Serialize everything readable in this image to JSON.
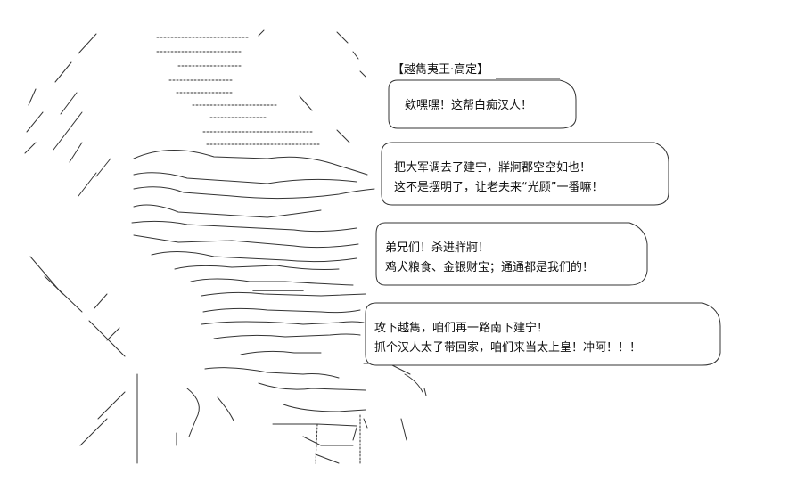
{
  "speaker": "【越雋夷王·高定】",
  "bubbles": [
    {
      "lines": [
        "欸嘿嘿！这帮白痴汉人！"
      ]
    },
    {
      "lines": [
        "把大军调去了建宁，牂牁郡空空如也！",
        "这不是摆明了，让老夫来“光顾”一番嘛！"
      ]
    },
    {
      "lines": [
        "弟兄们！杀进牂牁！",
        "鸡犬粮食、金银财宝；通通都是我们的！"
      ]
    },
    {
      "lines": [
        "攻下越雋，咱们再一路南下建宁！",
        "抓个汉人太子带回家，咱们来当太上皇！冲阿！！！"
      ]
    }
  ],
  "colors": {
    "ink": "#222222",
    "background": "#ffffff"
  }
}
